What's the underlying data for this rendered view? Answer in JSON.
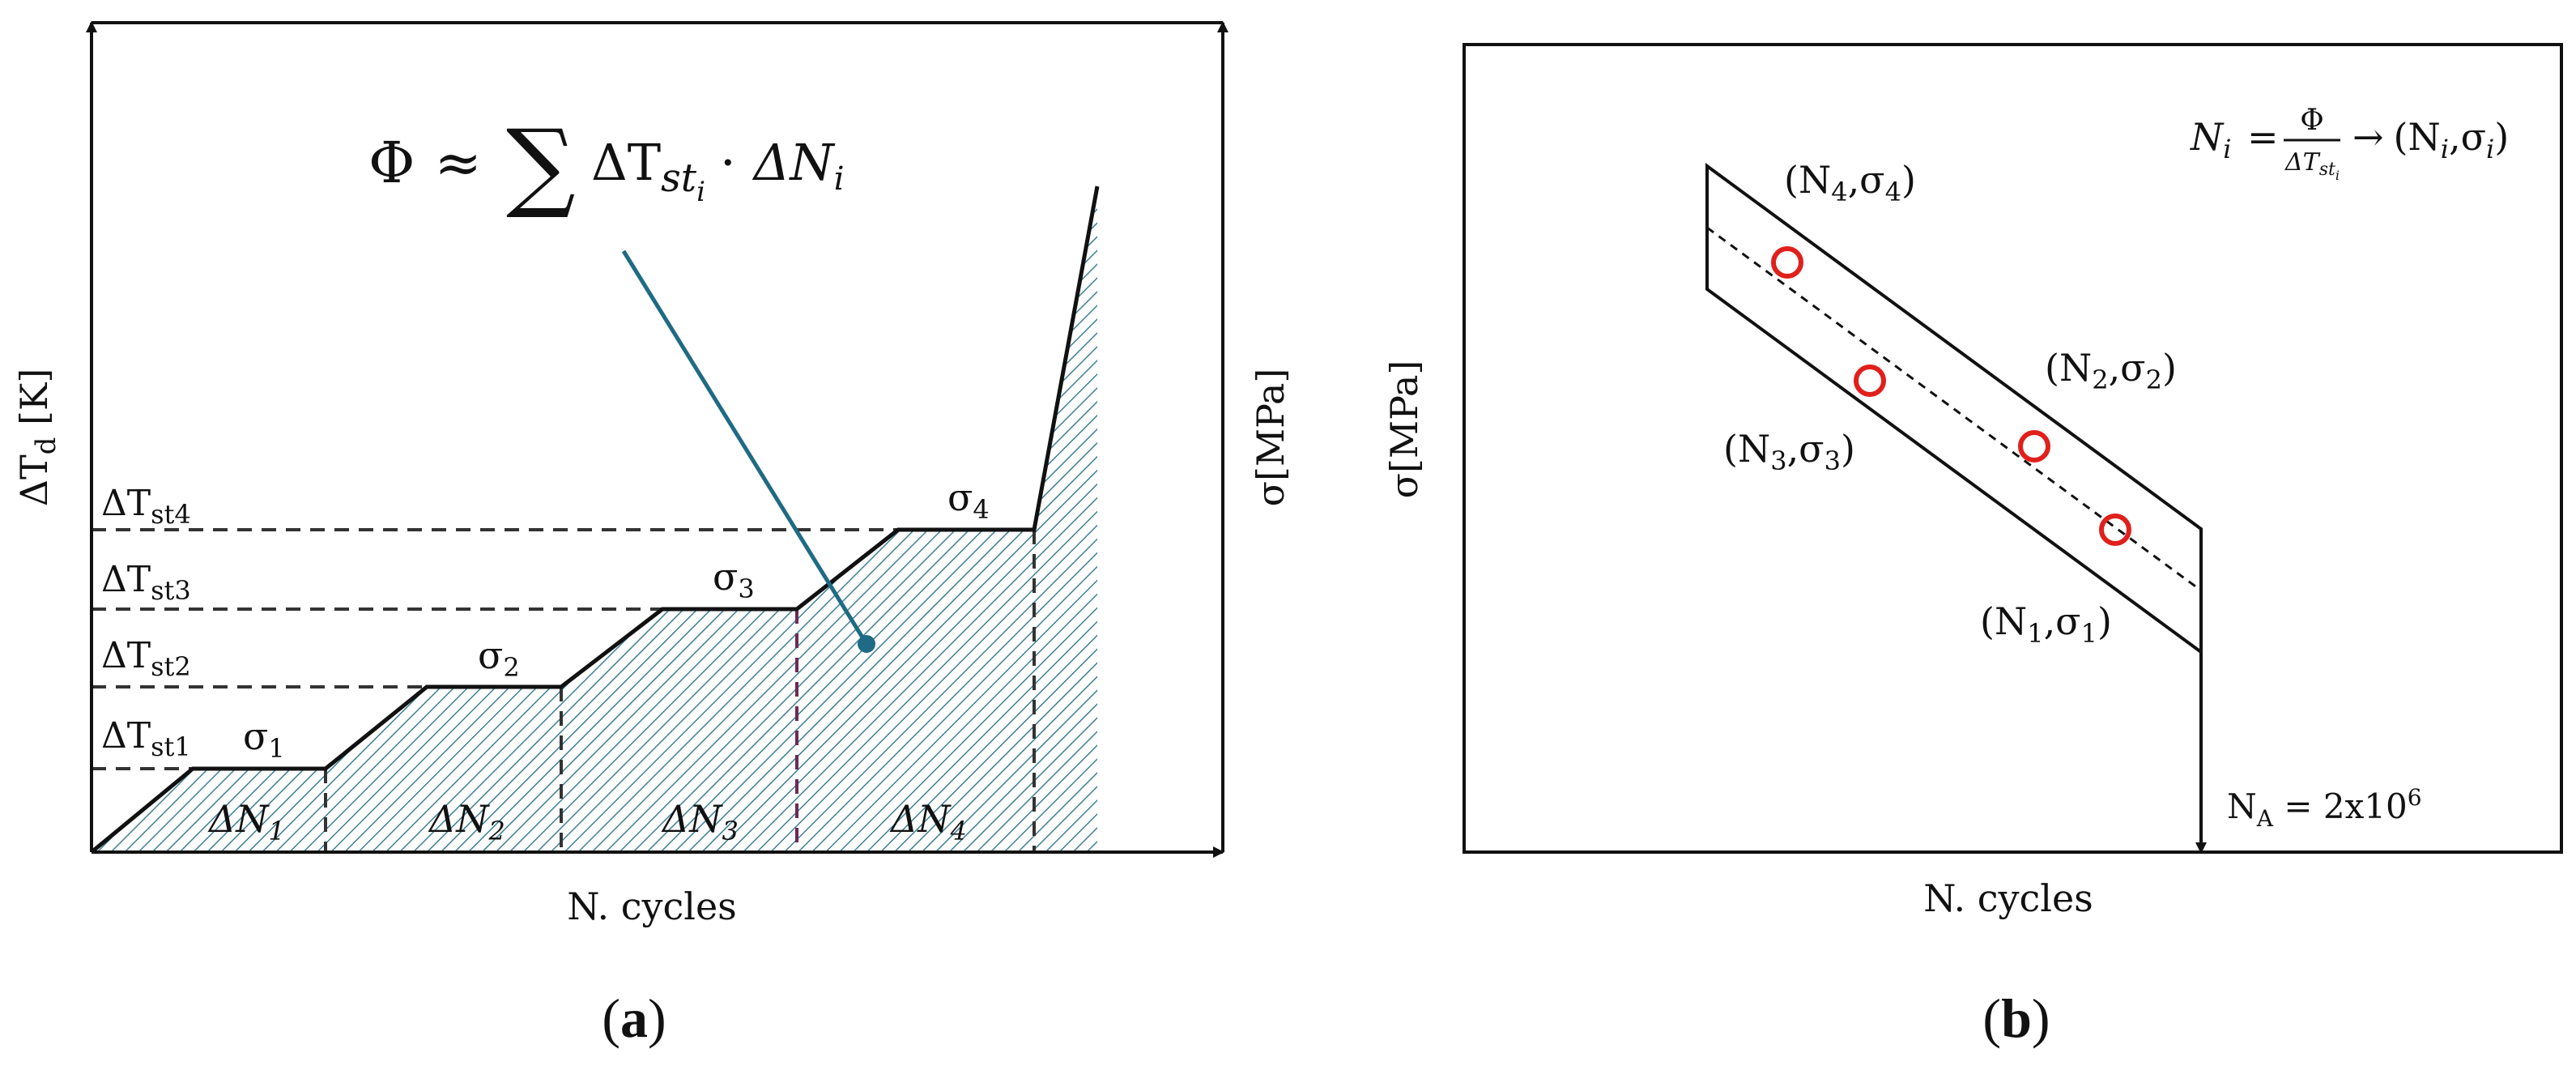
{
  "panel_a": {
    "label_open": "(",
    "label_letter": "a",
    "label_close": ")",
    "y_axis_left": "ΔT",
    "y_axis_left_sub": "d",
    "y_axis_left_unit": " [K]",
    "y_axis_right": "σ[MPa]",
    "x_axis": "N. cycles",
    "formula": {
      "phi": "Φ",
      "approx": "≈",
      "sum": "∑",
      "delta_T": "ΔT",
      "sub_st": "st",
      "sub_i": "i",
      "dot": "·",
      "delta_N": "ΔN",
      "sub_N": "i"
    },
    "levels": [
      {
        "base": "ΔT",
        "sub": "st4"
      },
      {
        "base": "ΔT",
        "sub": "st3"
      },
      {
        "base": "ΔT",
        "sub": "st2"
      },
      {
        "base": "ΔT",
        "sub": "st1"
      }
    ],
    "stresses": [
      {
        "base": "σ",
        "sub": "1"
      },
      {
        "base": "σ",
        "sub": "2"
      },
      {
        "base": "σ",
        "sub": "3"
      },
      {
        "base": "σ",
        "sub": "4"
      }
    ],
    "intervals": [
      {
        "base": "ΔN",
        "sub": "1"
      },
      {
        "base": "ΔN",
        "sub": "2"
      },
      {
        "base": "ΔN",
        "sub": "3"
      },
      {
        "base": "ΔN",
        "sub": "4"
      }
    ]
  },
  "panel_b": {
    "label_open": "(",
    "label_letter": "b",
    "label_close": ")",
    "y_axis": "σ[MPa]",
    "x_axis": "N. cycles",
    "formula": {
      "N": "N",
      "sub_i": "i",
      "eq": "=",
      "numerator": "Φ",
      "denom_base": "ΔT",
      "denom_sub": "st",
      "denom_subsub": "i",
      "arrow": "→",
      "pair_open": "(N",
      "pair_sub1": "i",
      "pair_mid": ",σ",
      "pair_sub2": "i",
      "pair_close": ")"
    },
    "points": [
      {
        "base": "(N",
        "sub1": "4",
        "mid": ",σ",
        "sub2": "4",
        "close": ")"
      },
      {
        "base": "(N",
        "sub1": "2",
        "mid": ",σ",
        "sub2": "2",
        "close": ")"
      },
      {
        "base": "(N",
        "sub1": "3",
        "mid": ",σ",
        "sub2": "3",
        "close": ")"
      },
      {
        "base": "(N",
        "sub1": "1",
        "mid": ",σ",
        "sub2": "1",
        "close": ")"
      }
    ],
    "limit_label": {
      "base": "N",
      "sub": "A",
      "eq": " = 2x10",
      "sup": "6"
    },
    "marker_color": "#e0201b"
  },
  "colors": {
    "hatch": "#3f7f94",
    "pointer": "#1f6a84",
    "ink": "#111111"
  }
}
